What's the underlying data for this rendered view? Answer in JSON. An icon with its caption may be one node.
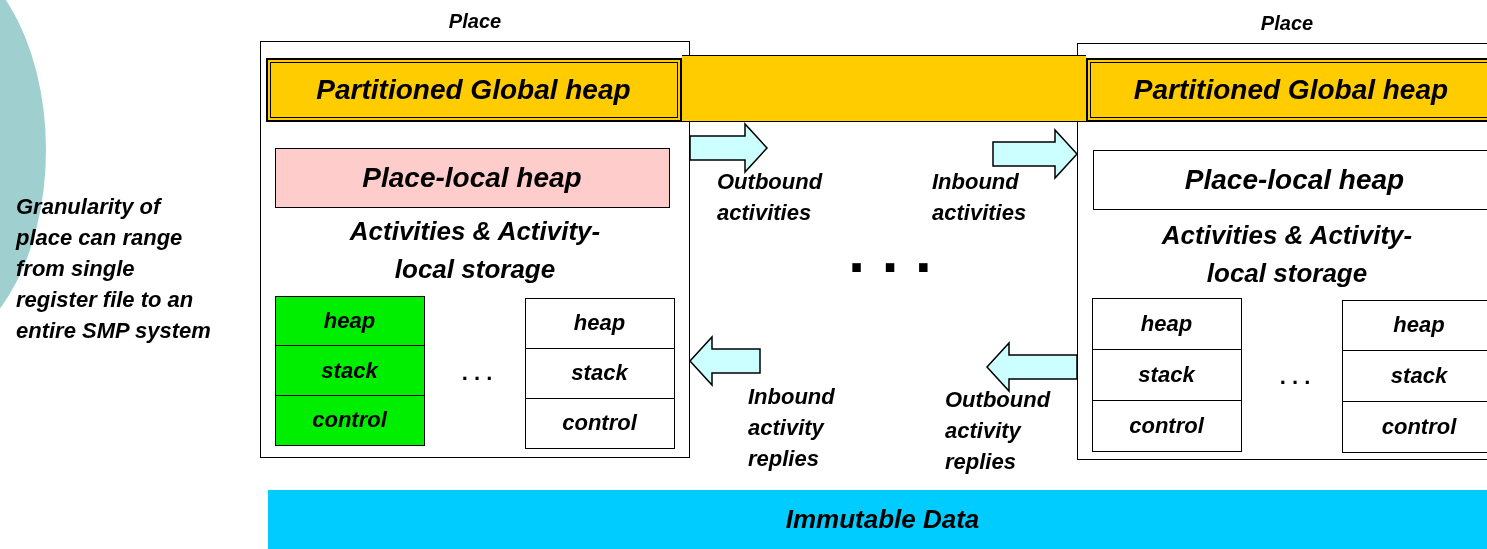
{
  "diagram": {
    "nodes": [
      {
        "text": [
          "Place",
          "Activities & Activity-local storage"
        ]
      },
      {
        "text": [
          "Partitioned Global heap"
        ],
        "in": 0
      },
      {
        "text": [
          "Place-local heap"
        ],
        "in": 0
      },
      {
        "text": [
          "heap",
          "stack",
          "control"
        ],
        "in": 0
      },
      {
        "text": [
          "heap",
          "stack",
          "control"
        ],
        "in": 0
      },
      {
        "text": [
          "Place",
          "Activities & Activity-local storage"
        ]
      },
      {
        "text": [
          "Partitioned Global heap"
        ],
        "in": 5
      },
      {
        "text": [
          "Place-local heap"
        ],
        "in": 5
      },
      {
        "text": [
          "heap",
          "stack",
          "control"
        ],
        "in": 5
      },
      {
        "text": [
          "heap",
          "stack",
          "control"
        ],
        "in": 5
      },
      {
        "text": [
          "Immutable Data"
        ]
      },
      {
        "text": [],
        "shape": "bar"
      }
    ],
    "edges": [
      {
        "from": 0,
        "to": null,
        "arrow": "to",
        "label": "Outbound activities",
        "style": "thick"
      },
      {
        "from": null,
        "to": 5,
        "arrow": "to",
        "label": "Inbound activities",
        "style": "thick"
      },
      {
        "from": null,
        "to": 0,
        "arrow": "to",
        "label": "Inbound activity replies",
        "style": "thick"
      },
      {
        "from": 5,
        "to": null,
        "arrow": "to",
        "label": "Outbound activity replies",
        "style": "thick"
      }
    ],
    "labels": [
      "Granularity of place can range from single register file to an entire SMP system",
      ". . .",
      ". . .",
      ". . ."
    ]
  }
}
